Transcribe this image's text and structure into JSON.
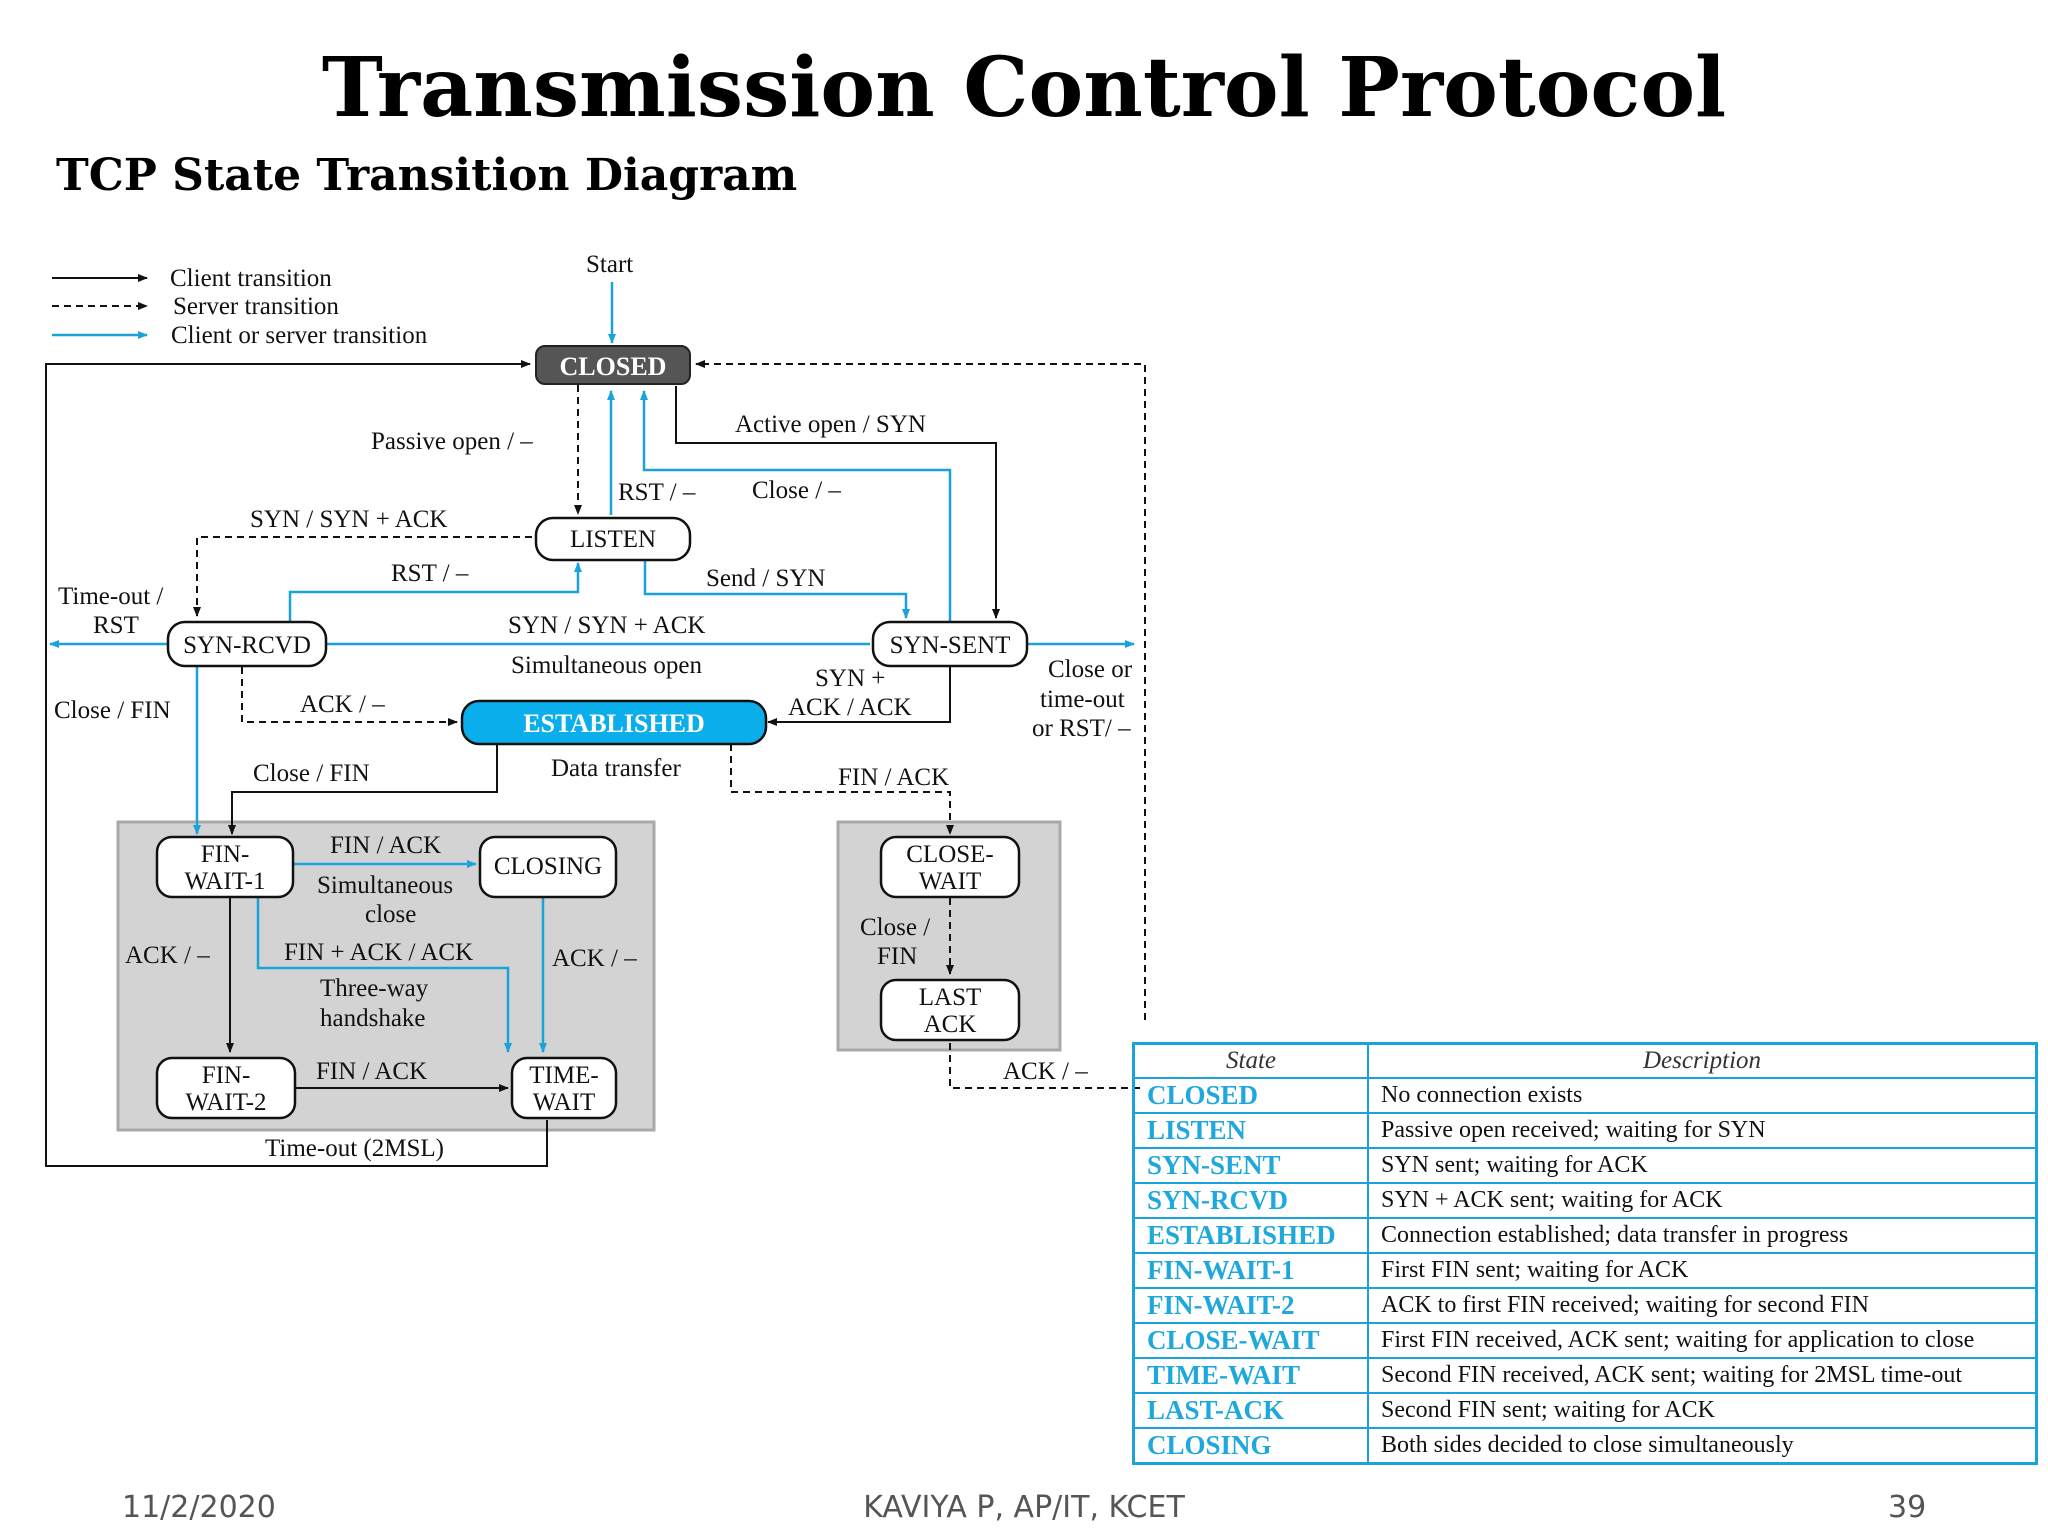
{
  "title": "Transmission Control Protocol",
  "subtitle": "TCP State Transition Diagram",
  "legend": {
    "client": "Client transition",
    "server": "Server transition",
    "both": "Client or server transition"
  },
  "start_label": "Start",
  "states": {
    "closed": "CLOSED",
    "listen": "LISTEN",
    "syn_rcvd": "SYN-RCVD",
    "syn_sent": "SYN-SENT",
    "established": "ESTABLISHED",
    "fin_wait_1": [
      "FIN-",
      "WAIT-1"
    ],
    "fin_wait_2": [
      "FIN-",
      "WAIT-2"
    ],
    "closing": "CLOSING",
    "time_wait": [
      "TIME-",
      "WAIT"
    ],
    "close_wait": [
      "CLOSE-",
      "WAIT"
    ],
    "last_ack": [
      "LAST",
      "ACK"
    ]
  },
  "transitions": {
    "passive_open": "Passive open / –",
    "active_open": "Active open / SYN",
    "rst_listen": "RST / –",
    "close_syn_sent": "Close / –",
    "syn_synack": "SYN / SYN + ACK",
    "rst_synrcvd": "RST / –",
    "send_syn": "Send / SYN",
    "timeout_rst": [
      "Time-out /",
      "RST"
    ],
    "simul_synack": "SYN / SYN + ACK",
    "simul_open": "Simultaneous open",
    "synack_ack": [
      "SYN +",
      "ACK / ACK"
    ],
    "close_timeout": [
      "Close or",
      "time-out",
      "or RST/ –"
    ],
    "close_fin_left": "Close / FIN",
    "ack_established": "ACK / –",
    "close_fin_est": "Close / FIN",
    "data_transfer": "Data transfer",
    "fin_ack_est": "FIN / ACK",
    "fin_ack_closing": "FIN / ACK",
    "simul_close": [
      "Simultaneous",
      "close"
    ],
    "ack_finwait1": "ACK / –",
    "fin_ack_ack": "FIN + ACK / ACK",
    "three_way": [
      "Three-way",
      "handshake"
    ],
    "ack_closing": "ACK / –",
    "fin_ack_finwait2": "FIN / ACK",
    "timeout_2msl": "Time-out (2MSL)",
    "close_fin_cw": [
      "Close /",
      "FIN"
    ],
    "ack_lastack": "ACK / –"
  },
  "table": {
    "headers": [
      "State",
      "Description"
    ],
    "rows": [
      {
        "state": "CLOSED",
        "desc": "No connection exists"
      },
      {
        "state": "LISTEN",
        "desc": "Passive open received; waiting for SYN"
      },
      {
        "state": "SYN-SENT",
        "desc": "SYN sent; waiting for ACK"
      },
      {
        "state": "SYN-RCVD",
        "desc": "SYN + ACK sent; waiting for ACK"
      },
      {
        "state": "ESTABLISHED",
        "desc": "Connection established; data transfer in progress"
      },
      {
        "state": "FIN-WAIT-1",
        "desc": "First FIN sent; waiting for ACK"
      },
      {
        "state": "FIN-WAIT-2",
        "desc": "ACK to first FIN received; waiting for second FIN"
      },
      {
        "state": "CLOSE-WAIT",
        "desc": "First FIN received, ACK sent; waiting for application to close"
      },
      {
        "state": "TIME-WAIT",
        "desc": "Second FIN received, ACK sent; waiting for 2MSL time-out"
      },
      {
        "state": "LAST-ACK",
        "desc": "Second FIN sent; waiting for ACK"
      },
      {
        "state": "CLOSING",
        "desc": "Both sides decided to close simultaneously"
      }
    ]
  },
  "footer": {
    "date": "11/2/2020",
    "author": "KAVIYA P, AP/IT, KCET",
    "page": "39"
  },
  "colors": {
    "blue": "#1aa3d9",
    "established_fill": "#0aaeea",
    "closed_fill": "#555555",
    "panel_gray": "#d3d3d3"
  }
}
